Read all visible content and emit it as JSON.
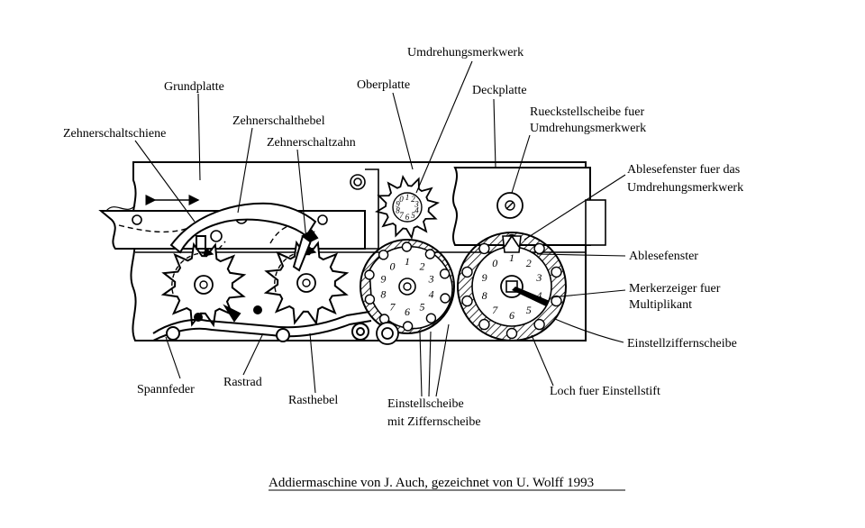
{
  "labels": {
    "grundplatte": "Grundplatte",
    "zehnerschaltschiene": "Zehnerschaltschiene",
    "zehnerschalthebel": "Zehnerschalthebel",
    "zehnerschaltzahn": "Zehnerschaltzahn",
    "oberplatte": "Oberplatte",
    "umdrehungsmerkwerk": "Umdrehungsmerkwerk",
    "deckplatte": "Deckplatte",
    "rueckstell_line1": "Rueckstellscheibe fuer",
    "rueckstell_line2": "Umdrehungsmerkwerk",
    "ablesefenster_umd_line1": "Ablesefenster fuer das",
    "ablesefenster_umd_line2": "Umdrehungsmerkwerk",
    "ablesefenster": "Ablesefenster",
    "merkerzeiger_line1": "Merkerzeiger fuer",
    "merkerzeiger_line2": "Multiplikant",
    "einstellziffernscheibe": "Einstellziffernscheibe",
    "loch_einstellstift": "Loch fuer Einstellstift",
    "einstellscheibe_line1": "Einstellscheibe",
    "einstellscheibe_line2": "mit Ziffernscheibe",
    "spannfeder": "Spannfeder",
    "rastrad": "Rastrad",
    "rasthebel": "Rasthebel"
  },
  "caption": "Addiermaschine von J. Auch, gezeichnet von U. Wolff 1993",
  "dials": {
    "umdrehung_digits": [
      "1",
      "2",
      "3",
      "4",
      "5",
      "6",
      "7",
      "8",
      "9",
      "0"
    ],
    "einstell_digits": [
      "1",
      "2",
      "3",
      "4",
      "5",
      "6",
      "7",
      "8",
      "9",
      "0"
    ],
    "ziffern_digits": [
      "1",
      "2",
      "3",
      "4",
      "5",
      "6",
      "7",
      "8",
      "9",
      "0"
    ]
  }
}
